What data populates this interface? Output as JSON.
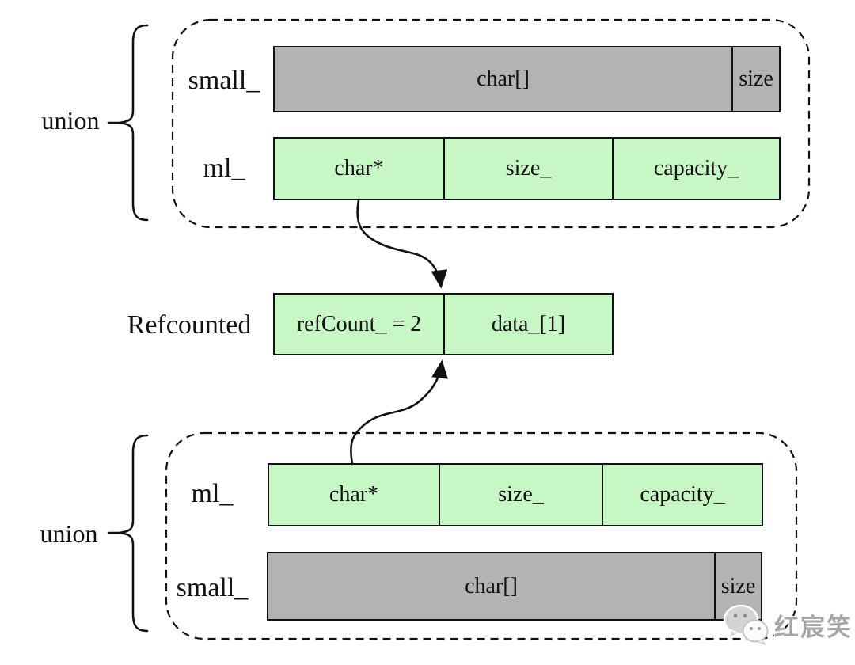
{
  "colors": {
    "green": "#c6f7c4",
    "gray": "#b3b3b3",
    "line": "#111111",
    "watermark_gray": "#a6a6a6"
  },
  "top_union": {
    "brace_label": "union",
    "rows": [
      {
        "label": "small_",
        "cells": [
          "char[]",
          "size"
        ]
      },
      {
        "label": "ml_",
        "cells": [
          "char*",
          "size_",
          "capacity_"
        ]
      }
    ]
  },
  "refcounted": {
    "label": "Refcounted",
    "cells": [
      "refCount_ = 2",
      "data_[1]"
    ]
  },
  "bottom_union": {
    "brace_label": "union",
    "rows": [
      {
        "label": "ml_",
        "cells": [
          "char*",
          "size_",
          "capacity_"
        ]
      },
      {
        "label": "small_",
        "cells": [
          "char[]",
          "size"
        ]
      }
    ]
  },
  "watermark": {
    "text": "红宸笑",
    "icon": "wechat-logo-icon"
  }
}
